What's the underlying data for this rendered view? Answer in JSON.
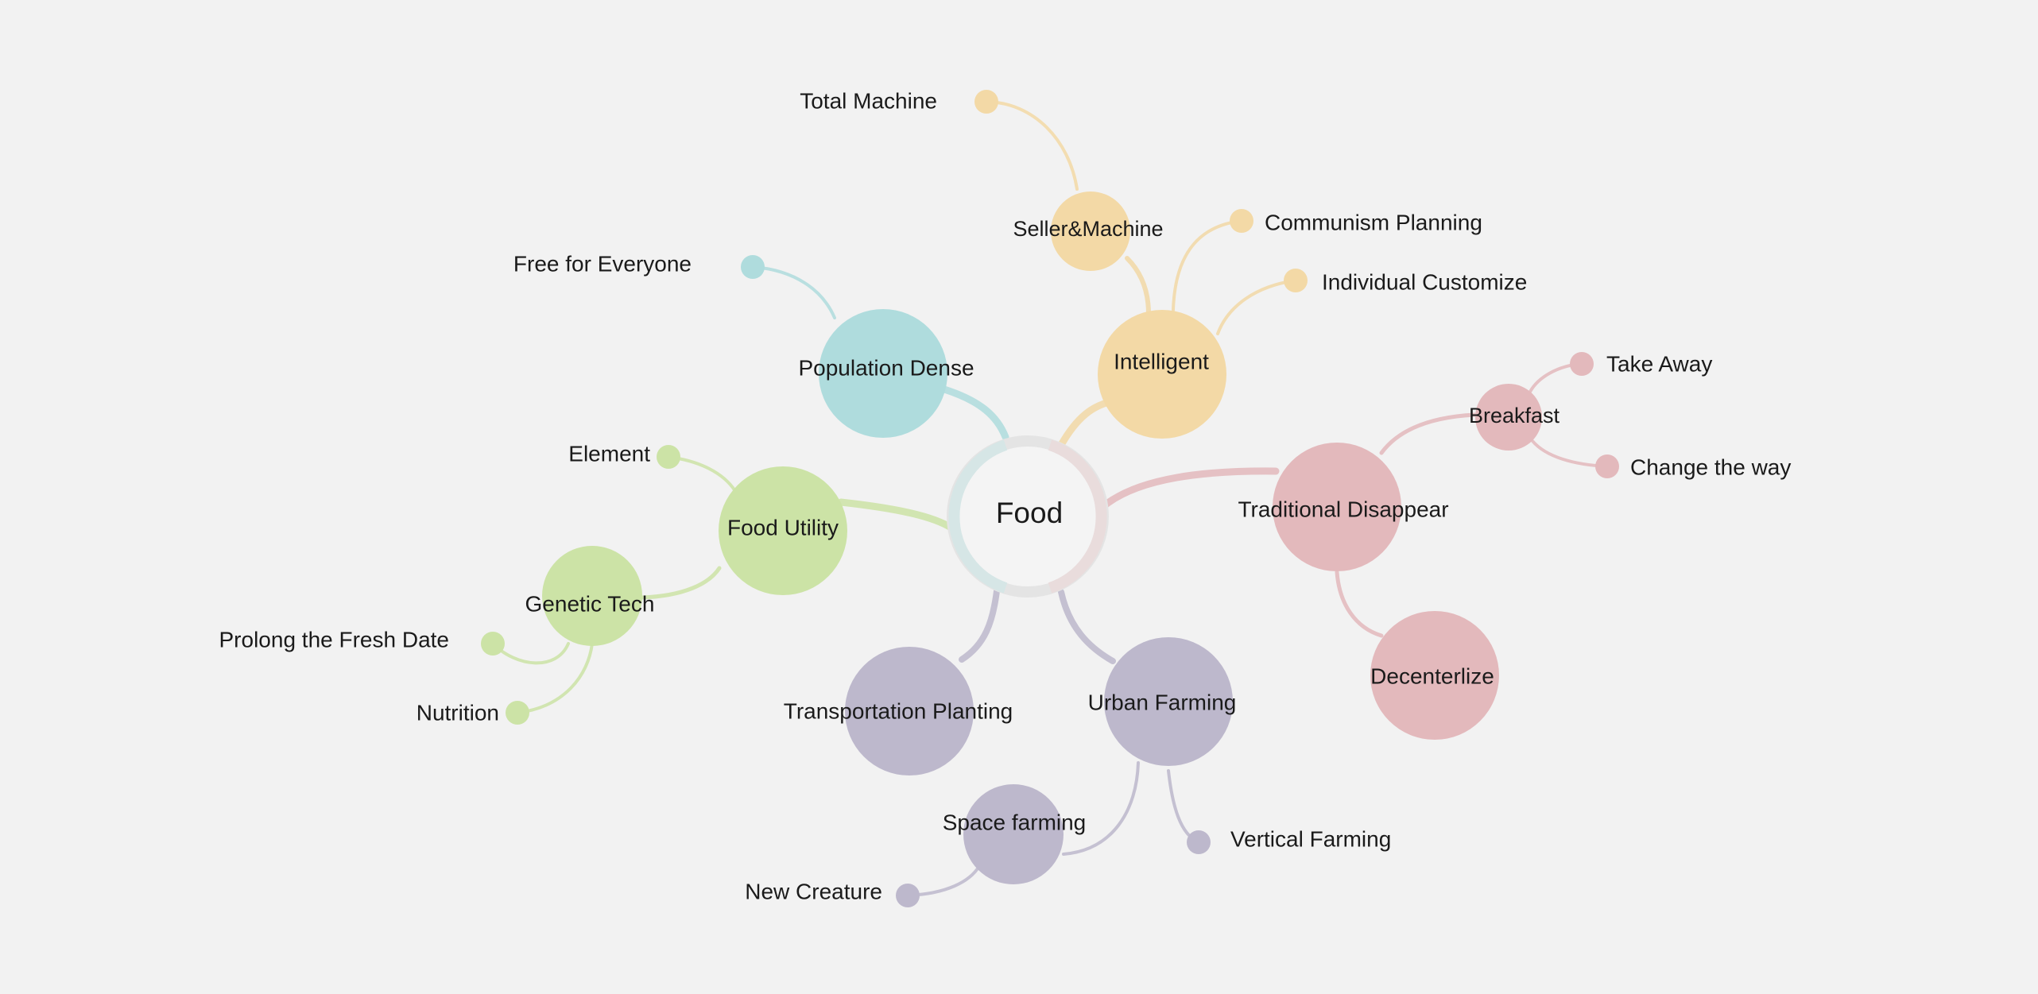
{
  "colors": {
    "background": "#f2f2f2",
    "yellow": "#f3d9a6",
    "teal": "#afdcdd",
    "green": "#cce3a6",
    "pink": "#e3b9bc",
    "purple": "#bdb8cc",
    "center_ring_left": "#d6e6e6",
    "center_ring_right": "#e9dcdc",
    "center_fill": "#f4f4f4"
  },
  "center": {
    "label": "Food"
  },
  "nodes": {
    "seller_machine": "Seller&Machine",
    "intelligent": "Intelligent",
    "population_dense": "Population Dense",
    "food_utility": "Food Utility",
    "genetic_tech": "Genetic Tech",
    "traditional_disappear": "Traditional Disappear",
    "breakfast": "Breakfast",
    "decenterlize": "Decenterlize",
    "transportation_planting": "Transportation Planting",
    "urban_farming": "Urban Farming",
    "space_farming": "Space farming"
  },
  "leaves": {
    "total_machine": "Total Machine",
    "communism_planning": "Communism Planning",
    "individual_customize": "Individual Customize",
    "free_for_everyone": "Free for Everyone",
    "element": "Element",
    "prolong_fresh_date": "Prolong the Fresh Date",
    "nutrition": "Nutrition",
    "take_away": "Take Away",
    "change_the_way": "Change the way",
    "vertical_farming": "Vertical Farming",
    "new_creature": "New Creature"
  }
}
